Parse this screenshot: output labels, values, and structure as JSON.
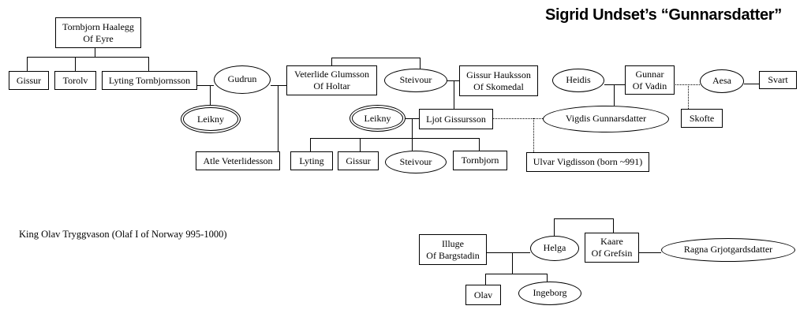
{
  "title": "Sigrid Undset’s “Gunnarsdatter”",
  "note": "King Olav Tryggvason (Olaf I of Norway 995-1000)",
  "palette": {
    "ink": "#000000",
    "background": "#ffffff"
  },
  "nodes": {
    "tornbjorn_haalegg": {
      "line1": "Tornbjorn Haalegg",
      "line2": "Of Eyre"
    },
    "gissur_sr": {
      "label": "Gissur"
    },
    "torolv": {
      "label": "Torolv"
    },
    "lyting_tornbjornsson": {
      "label": "Lyting Tornbjornsson"
    },
    "gudrun": {
      "label": "Gudrun"
    },
    "leikny_left": {
      "label": "Leikny"
    },
    "veterlide": {
      "line1": "Veterlide Glumsson",
      "line2": "Of Holtar"
    },
    "steivour_sr": {
      "label": "Steivour"
    },
    "gissur_hauksson": {
      "line1": "Gissur Hauksson",
      "line2": "Of Skomedal"
    },
    "ljot": {
      "label": "Ljot Gissursson"
    },
    "leikny_mid": {
      "label": "Leikny"
    },
    "atle": {
      "label": "Atle Veterlidesson"
    },
    "lyting_jr": {
      "label": "Lyting"
    },
    "gissur_jr": {
      "label": "Gissur"
    },
    "steivour_jr": {
      "label": "Steivour"
    },
    "tornbjorn_jr": {
      "label": "Tornbjorn"
    },
    "vigdis": {
      "label": "Vigdis Gunnarsdatter"
    },
    "ulvar": {
      "label": "Ulvar Vigdisson (born ~991)"
    },
    "heidis": {
      "label": "Heidis"
    },
    "gunnar": {
      "line1": "Gunnar",
      "line2": "Of Vadin"
    },
    "aesa": {
      "label": "Aesa"
    },
    "svart": {
      "label": "Svart"
    },
    "skofte": {
      "label": "Skofte"
    },
    "illuge": {
      "line1": "Illuge",
      "line2": "Of Bargstadin"
    },
    "helga": {
      "label": "Helga"
    },
    "kaare": {
      "line1": "Kaare",
      "line2": "Of Grefsin"
    },
    "ragna": {
      "label": "Ragna Grjotgardsdatter"
    },
    "olav": {
      "label": "Olav"
    },
    "ingeborg": {
      "label": "Ingeborg"
    }
  }
}
